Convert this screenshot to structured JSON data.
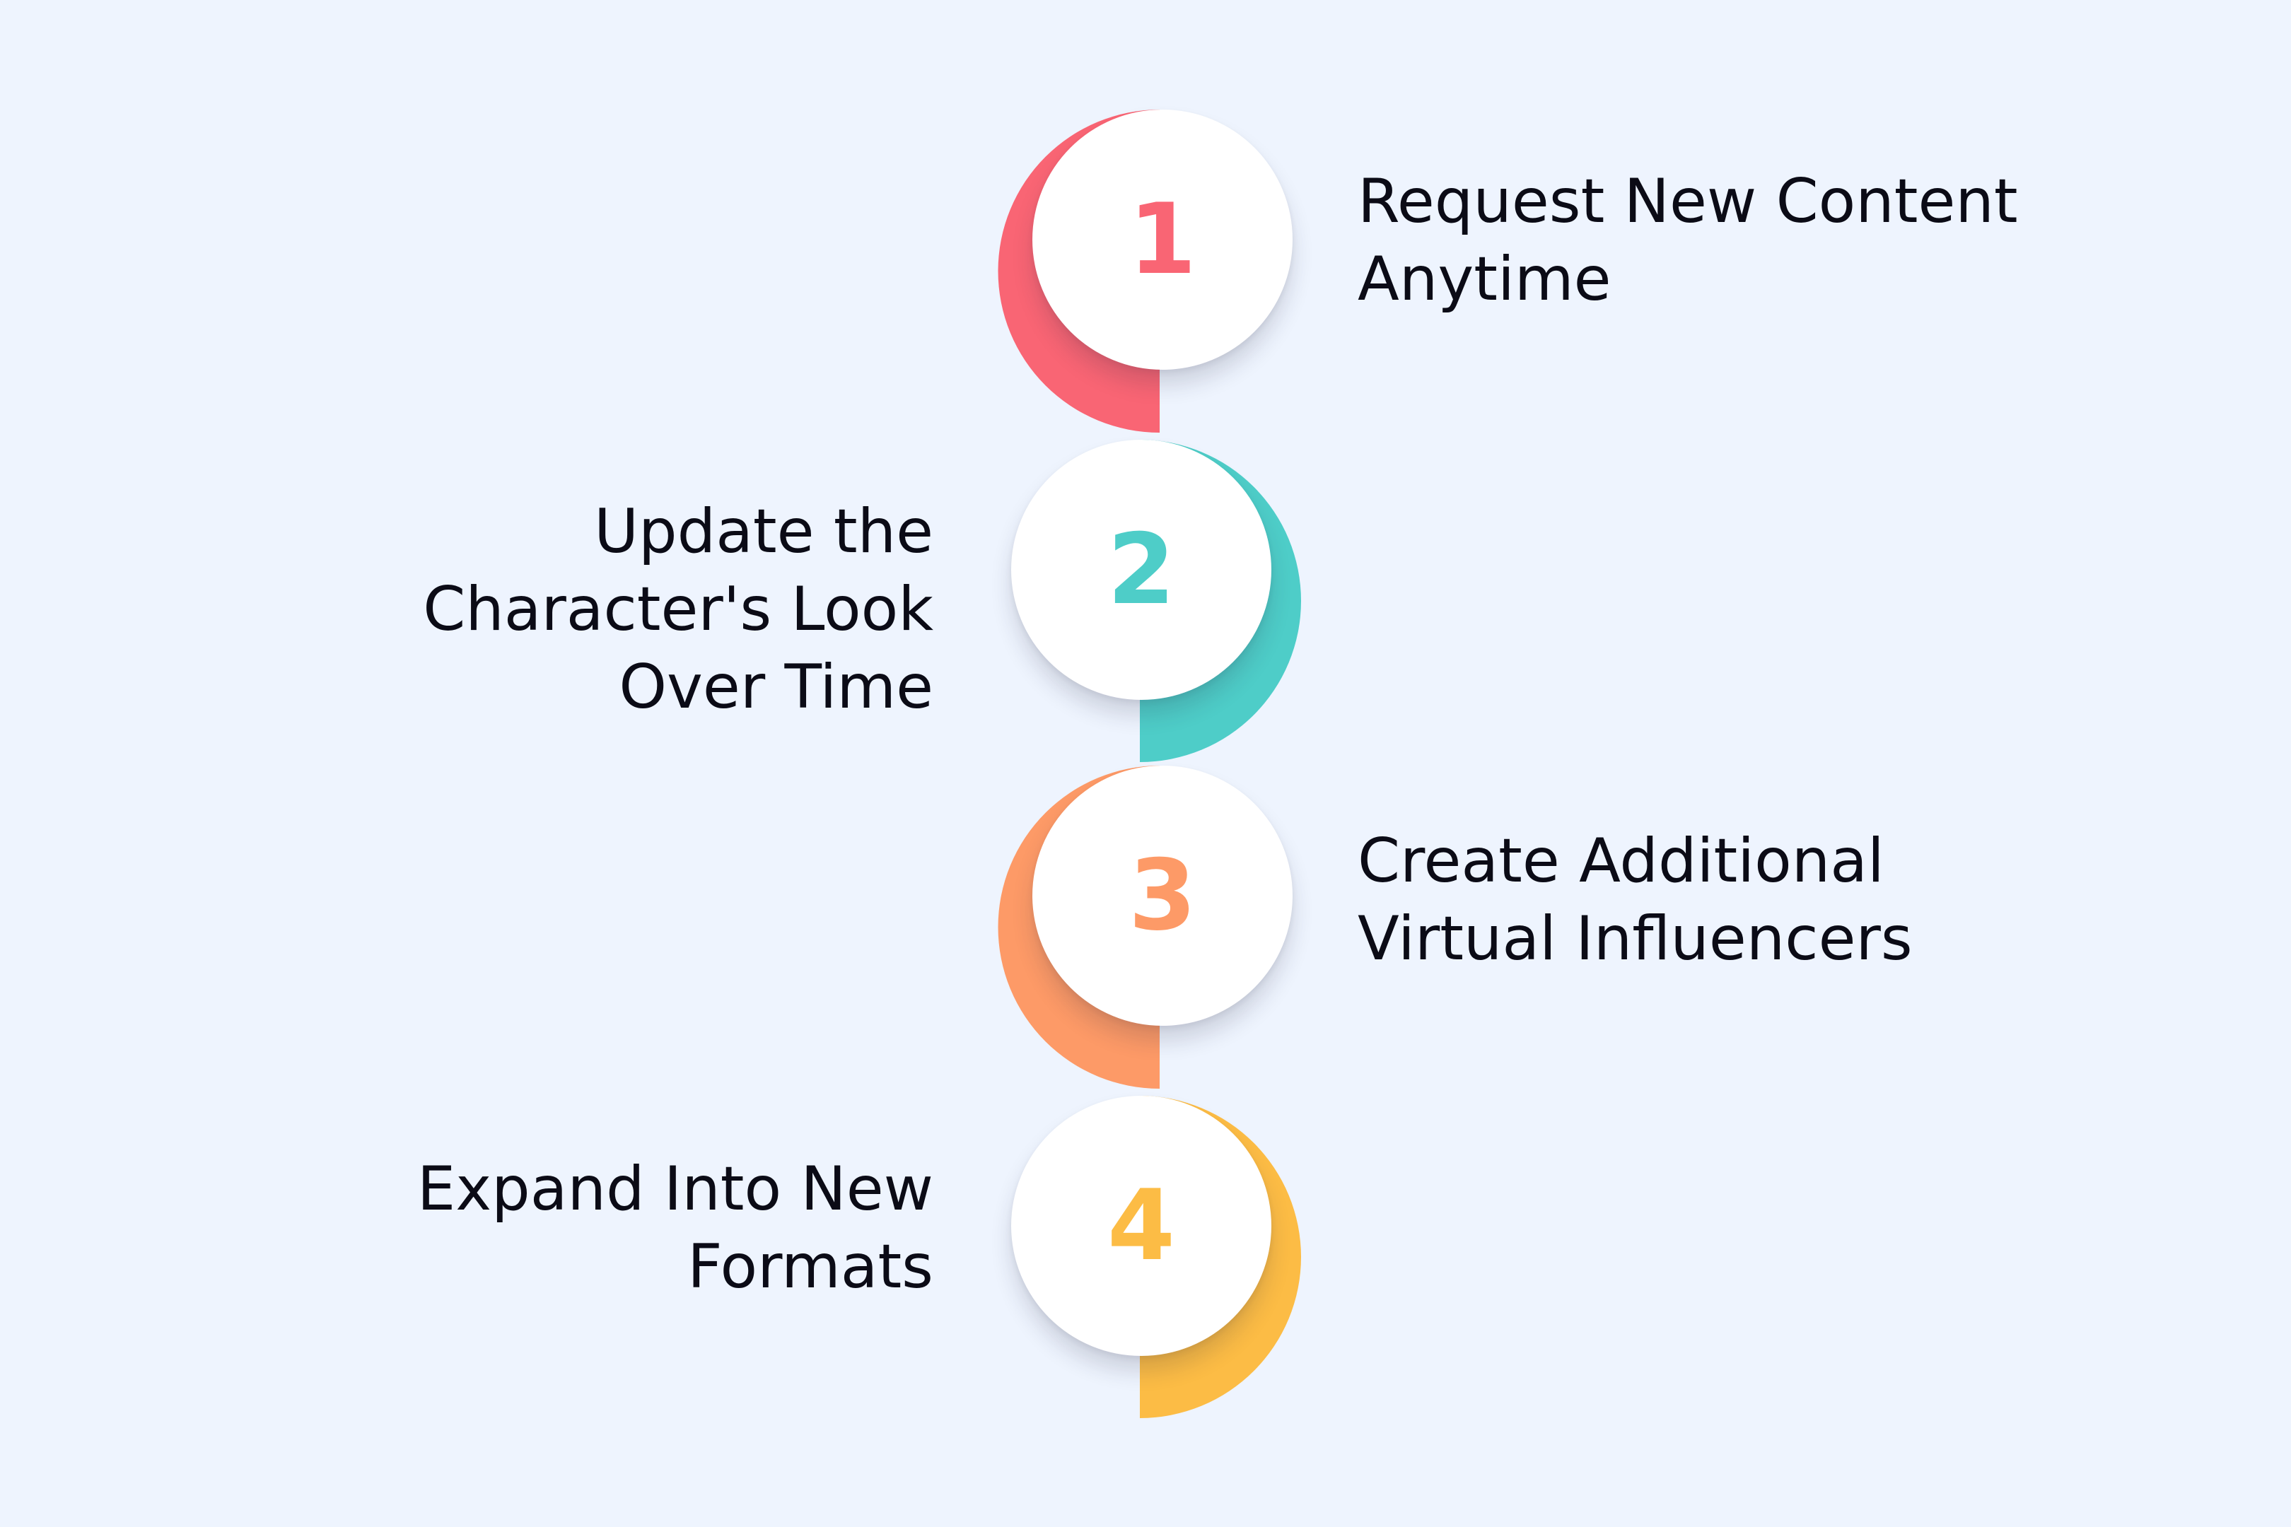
{
  "steps": [
    {
      "number": "1",
      "lines": [
        "Request New Content",
        "Anytime"
      ],
      "color": "#f96574",
      "side": "right"
    },
    {
      "number": "2",
      "lines": [
        "Update the",
        "Character's Look",
        "Over Time"
      ],
      "color": "#4ecdc8",
      "side": "left"
    },
    {
      "number": "3",
      "lines": [
        "Create Additional",
        "Virtual Influencers"
      ],
      "color": "#fd9a67",
      "side": "right"
    },
    {
      "number": "4",
      "lines": [
        "Expand Into New",
        "Formats"
      ],
      "color": "#fcbc45",
      "side": "left"
    }
  ]
}
